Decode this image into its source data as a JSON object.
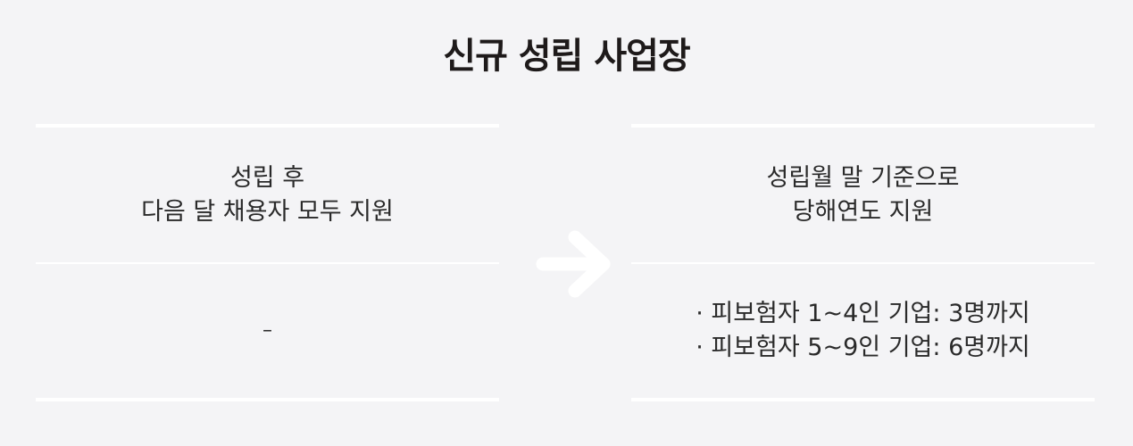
{
  "title": "신규 성립 사업장",
  "left_panel": {
    "header_line1": "성립 후",
    "header_line2": "다음 달 채용자 모두 지원",
    "body": "–"
  },
  "right_panel": {
    "header_line1": "성립월 말 기준으로",
    "header_line2": "당해연도 지원",
    "bullets": [
      "· 피보험자 1~4인 기업: 3명까지",
      "· 피보험자 5~9인 기업: 6명까지"
    ]
  },
  "arrow_icon": "arrow-right-icon",
  "colors": {
    "background": "#f4f4f6",
    "rule": "#ffffff",
    "arrow": "#ffffff",
    "title": "#1e1a1a"
  }
}
